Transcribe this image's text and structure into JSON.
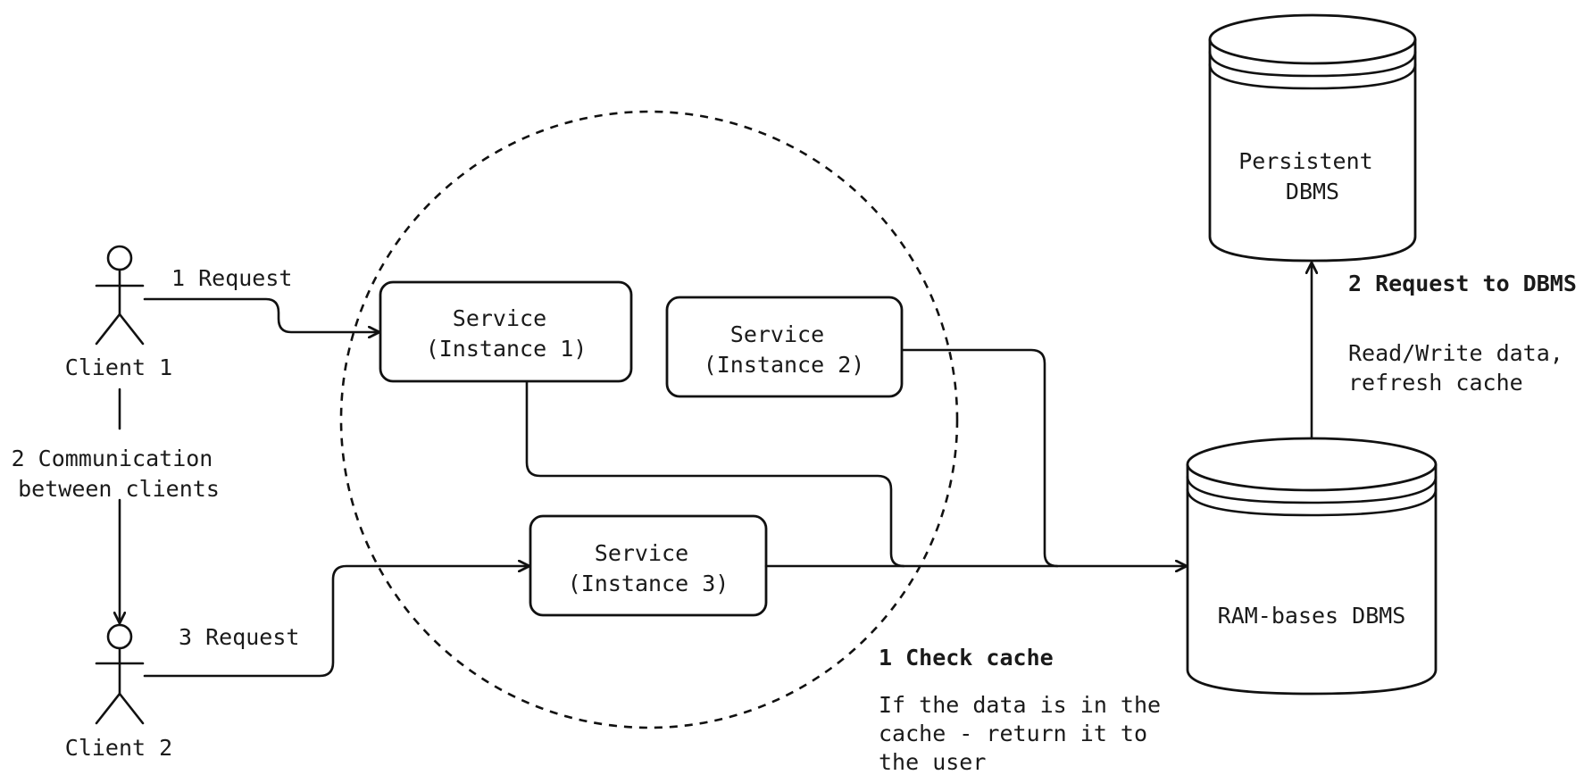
{
  "clients": {
    "client1": "Client 1",
    "client2": "Client 2",
    "request1": "1 Request",
    "request3": "3 Request",
    "communication": [
      "2 Communication",
      "between clients"
    ]
  },
  "services": {
    "instance1": [
      "Service",
      "(Instance 1)"
    ],
    "instance2": [
      "Service",
      "(Instance 2)"
    ],
    "instance3": [
      "Service",
      "(Instance 3)"
    ]
  },
  "databases": {
    "persistent": [
      "Persistent",
      "DBMS"
    ],
    "ram": "RAM-bases DBMS"
  },
  "annotations": {
    "request_to_dbms": "2 Request to DBMS",
    "read_write": [
      "Read/Write data,",
      "refresh cache"
    ],
    "check_cache": "1 Check cache",
    "check_cache_desc": [
      "If the data is in the",
      "cache - return it to",
      "the user"
    ]
  }
}
